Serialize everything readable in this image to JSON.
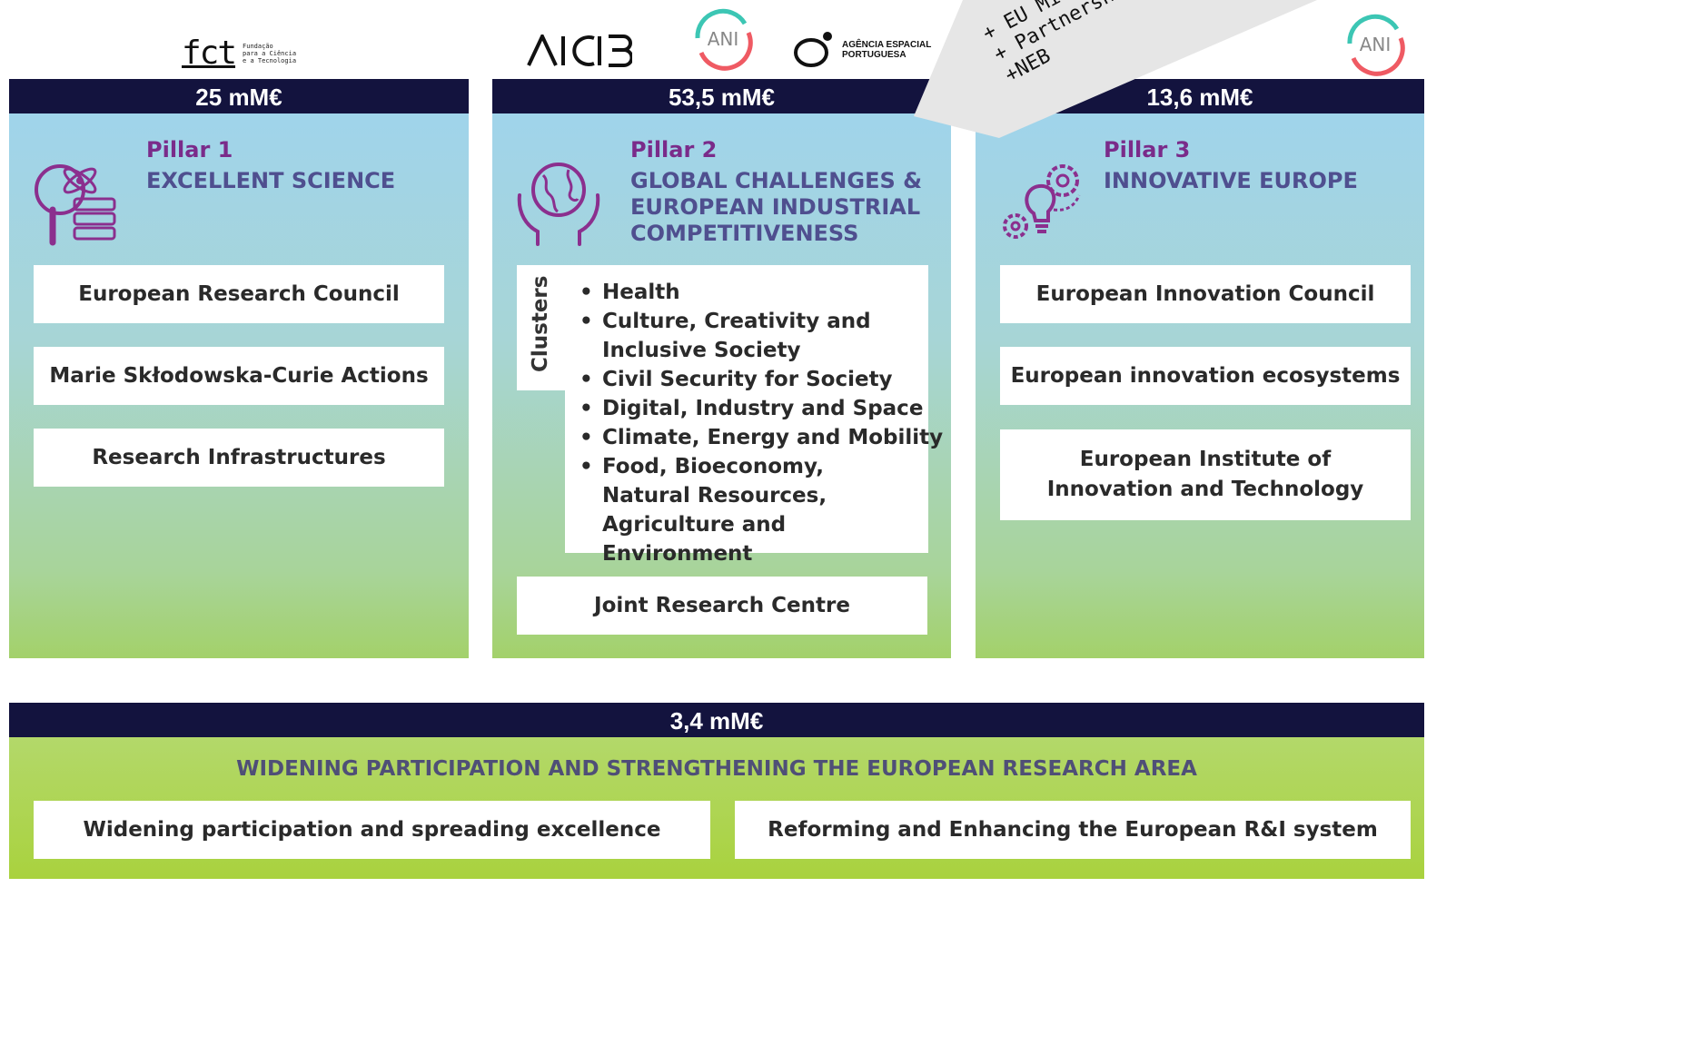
{
  "logos": {
    "fct_mark": "fct",
    "fct_text": [
      "Fundação",
      "para a Ciência",
      "e a Tecnologia"
    ],
    "aicib": "AICIB",
    "ani": "ANI",
    "aep_text": [
      "AGÊNCIA ESPACIAL",
      "PORTUGUESA"
    ]
  },
  "banner": {
    "lines": [
      "+ EU Missions",
      "+ Partnerships",
      "+NEB"
    ],
    "color": "#e6e6e6"
  },
  "pillars": [
    {
      "budget": "25 mM€",
      "number_label": "Pillar 1",
      "title": [
        "EXCELLENT SCIENCE"
      ],
      "items": [
        "European Research Council",
        "Marie Skłodowska-Curie Actions",
        "Research Infrastructures"
      ],
      "icon": "science-magnifier-icon"
    },
    {
      "budget": "53,5 mM€",
      "number_label": "Pillar 2",
      "title": [
        "GLOBAL CHALLENGES &",
        "EUROPEAN INDUSTRIAL",
        "COMPETITIVENESS"
      ],
      "clusters_label": "Clusters",
      "clusters": [
        "Health",
        "Culture, Creativity and Inclusive Society",
        "Civil Security for Society",
        "Digital, Industry and Space",
        "Climate, Energy and Mobility",
        "Food, Bioeconomy, Natural Resources, Agriculture and Environment"
      ],
      "items": [
        "Joint Research Centre"
      ],
      "icon": "globe-hands-icon"
    },
    {
      "budget": "13,6 mM€",
      "number_label": "Pillar 3",
      "title": [
        "INNOVATIVE EUROPE"
      ],
      "items": [
        "European Innovation Council",
        "European innovation ecosystems",
        "European Institute of Innovation and Technology"
      ],
      "icon": "lightbulb-gears-icon"
    }
  ],
  "widening": {
    "budget": "3,4 mM€",
    "title": "WIDENING PARTICIPATION AND STRENGTHENING THE EUROPEAN RESEARCH AREA",
    "items": [
      "Widening participation and spreading excellence",
      "Reforming and Enhancing the European R&I system"
    ]
  },
  "colors": {
    "header": "#13133e",
    "pillar_number": "#7a2b8a",
    "pillar_title": "#4f4f8f",
    "ani_teal": "#3cc6b4",
    "ani_red": "#ef5a63"
  }
}
